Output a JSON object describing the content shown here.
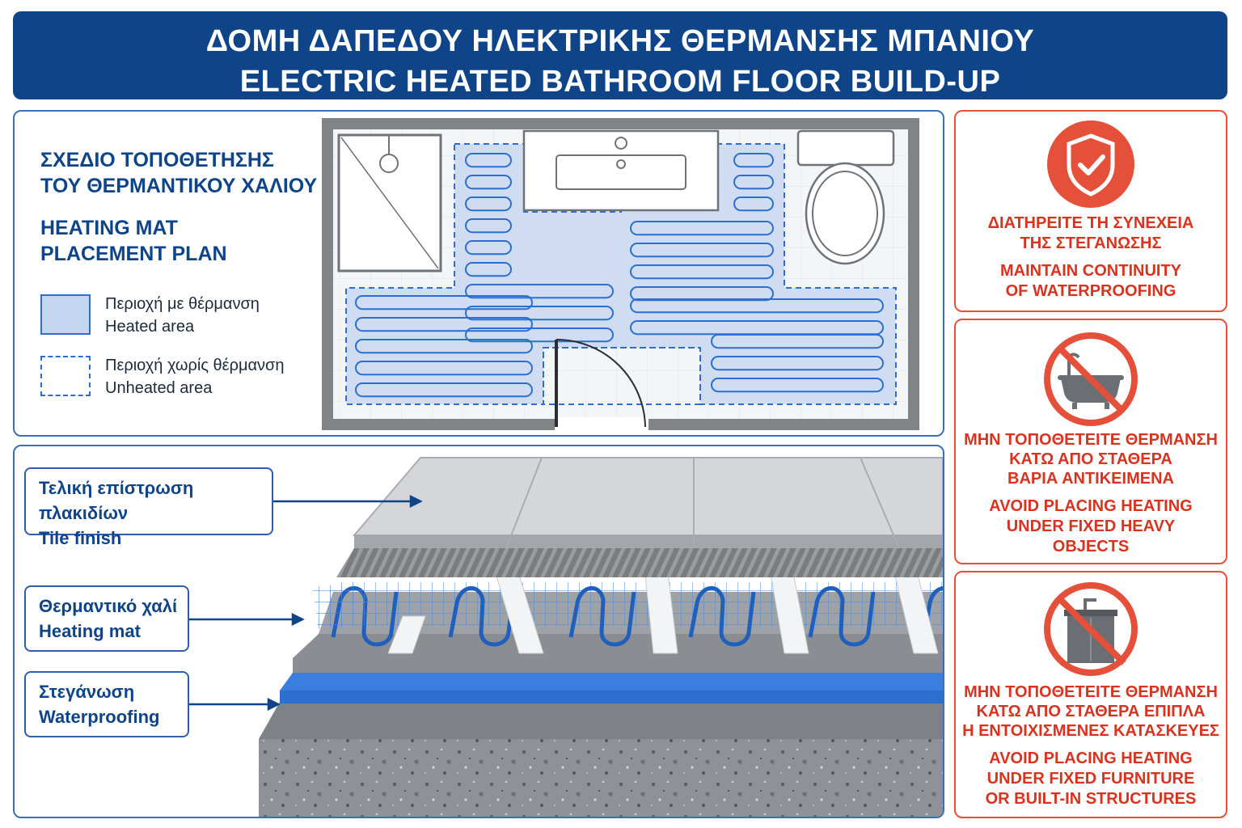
{
  "header": {
    "title_gr": "ΔΟΜΗ ΔΑΠΕΔΟΥ ΗΛΕΚΤΡΙΚΗΣ ΘΕΡΜΑΝΣΗΣ ΜΠΑΝΙΟΥ",
    "title_en": "ELECTRIC HEATED BATHROOM FLOOR BUILD-UP"
  },
  "plan": {
    "title_gr_1": "ΣΧΕΔΙΟ ΤΟΠΟΘΕΤΗΣΗΣ",
    "title_gr_2": "ΤΟΥ ΘΕΡΜΑΝΤΙΚΟΥ ΧΑΛΙΟΥ",
    "title_en_1": "HEATING MAT",
    "title_en_2": "PLACEMENT PLAN",
    "legend": {
      "heated_gr": "Περιοχή με θέρμανση",
      "heated_en": "Heated area",
      "unheated_gr": "Περιοχή χωρίς θέρμανση",
      "unheated_en": "Unheated area"
    }
  },
  "section": {
    "tile_gr": "Τελική επίστρωση πλακιδίων",
    "tile_en": "Tile finish",
    "mat_gr": "Θερμαντικό χαλί",
    "mat_en": "Heating mat",
    "wp_gr": "Στεγάνωση",
    "wp_en": "Waterproofing"
  },
  "warnings": [
    {
      "icon": "shield-check-icon",
      "gr_1": "ΔΙΑΤΗΡΕΙΤΕ ΤΗ ΣΥΝΕΧΕΙΑ",
      "gr_2": "ΤΗΣ ΣΤΕΓΑΝΩΣΗΣ",
      "en_1": "MAINTAIN CONTINUITY",
      "en_2": "OF WATERPROOFING"
    },
    {
      "icon": "no-bathtub-icon",
      "gr_1": "ΜΗΝ ΤΟΠΟΘΕΤΕΙΤΕ ΘΕΡΜΑΝΣΗ",
      "gr_2": "ΚΑΤΩ ΑΠΟ ΣΤΑΘΕΡΑ",
      "gr_3": "ΒΑΡΙΑ ΑΝΤΙΚΕΙΜΕΝΑ",
      "en_1": "AVOID PLACING HEATING",
      "en_2": "UNDER FIXED HEAVY",
      "en_3": "OBJECTS"
    },
    {
      "icon": "no-cabinet-icon",
      "gr_1": "ΜΗΝ ΤΟΠΟΘΕΤΕΙΤΕ ΘΕΡΜΑΝΣΗ",
      "gr_2": "ΚΑΤΩ ΑΠΟ ΣΤΑΘΕΡΑ ΕΠΙΠΛΑ",
      "gr_3": "Η ΕΝΤΟΙΧΙΣΜΕΝΕΣ ΚΑΤΑΣΚΕΥΕΣ",
      "en_1": "AVOID PLACING HEATING",
      "en_2": "UNDER FIXED FURNITURE",
      "en_3": "OR BUILT-IN STRUCTURES"
    }
  ],
  "colors": {
    "navy": "#0f4489",
    "cable": "#2d6fd0",
    "heated_fill": "#c5d6f0",
    "warn_red": "#e5503b"
  }
}
